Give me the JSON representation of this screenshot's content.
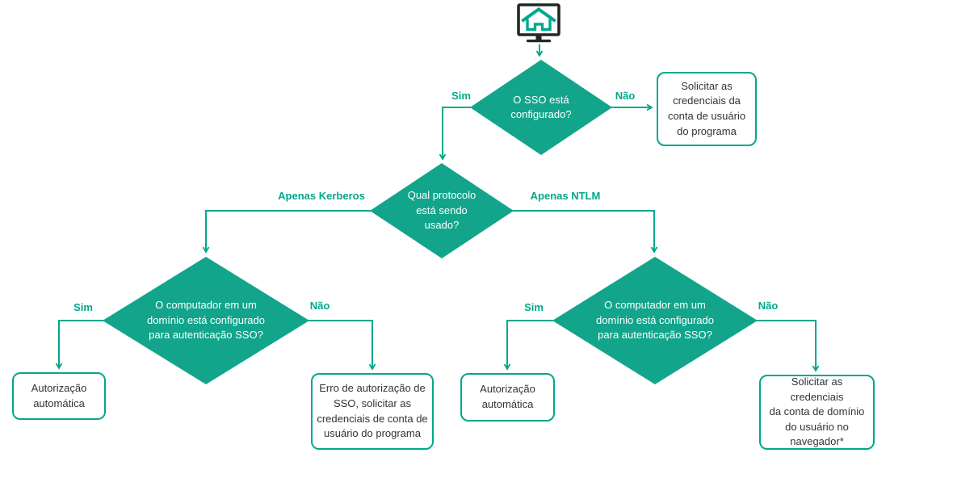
{
  "colors": {
    "accent": "#00A88C",
    "diamond_fill": "#12A58B",
    "box_text": "#333333",
    "monitor": "#262626",
    "background": "#FFFFFF"
  },
  "icons": {
    "start": "monitor-home-icon"
  },
  "nodes": {
    "d1": {
      "type": "decision",
      "text": "O SSO está\nconfigurado?"
    },
    "d2": {
      "type": "decision",
      "text": "Qual protocolo\nestá sendo\nusado?"
    },
    "d3": {
      "type": "decision",
      "text": "O computador em um\ndomínio está configurado\npara autenticação SSO?"
    },
    "d4": {
      "type": "decision",
      "text": "O computador em um\ndomínio está configurado\npara autenticação SSO?"
    },
    "b1": {
      "type": "result",
      "text": "Solicitar as\ncredenciais da\nconta de usuário\ndo programa"
    },
    "b2": {
      "type": "result",
      "text": "Autorização\nautomática"
    },
    "b3": {
      "type": "result",
      "text": "Erro de autorização de\nSSO, solicitar as\ncredenciais de conta de\nusuário do programa"
    },
    "b4": {
      "type": "result",
      "text": "Autorização\nautomática"
    },
    "b5": {
      "type": "result",
      "text": "Solicitar as credenciais\nda conta de domínio\ndo usuário no\nnavegador*"
    }
  },
  "edge_labels": {
    "d1_yes": "Sim",
    "d1_no": "Não",
    "d2_left": "Apenas Kerberos",
    "d2_right": "Apenas NTLM",
    "d3_yes": "Sim",
    "d3_no": "Não",
    "d4_yes": "Sim",
    "d4_no": "Não"
  }
}
